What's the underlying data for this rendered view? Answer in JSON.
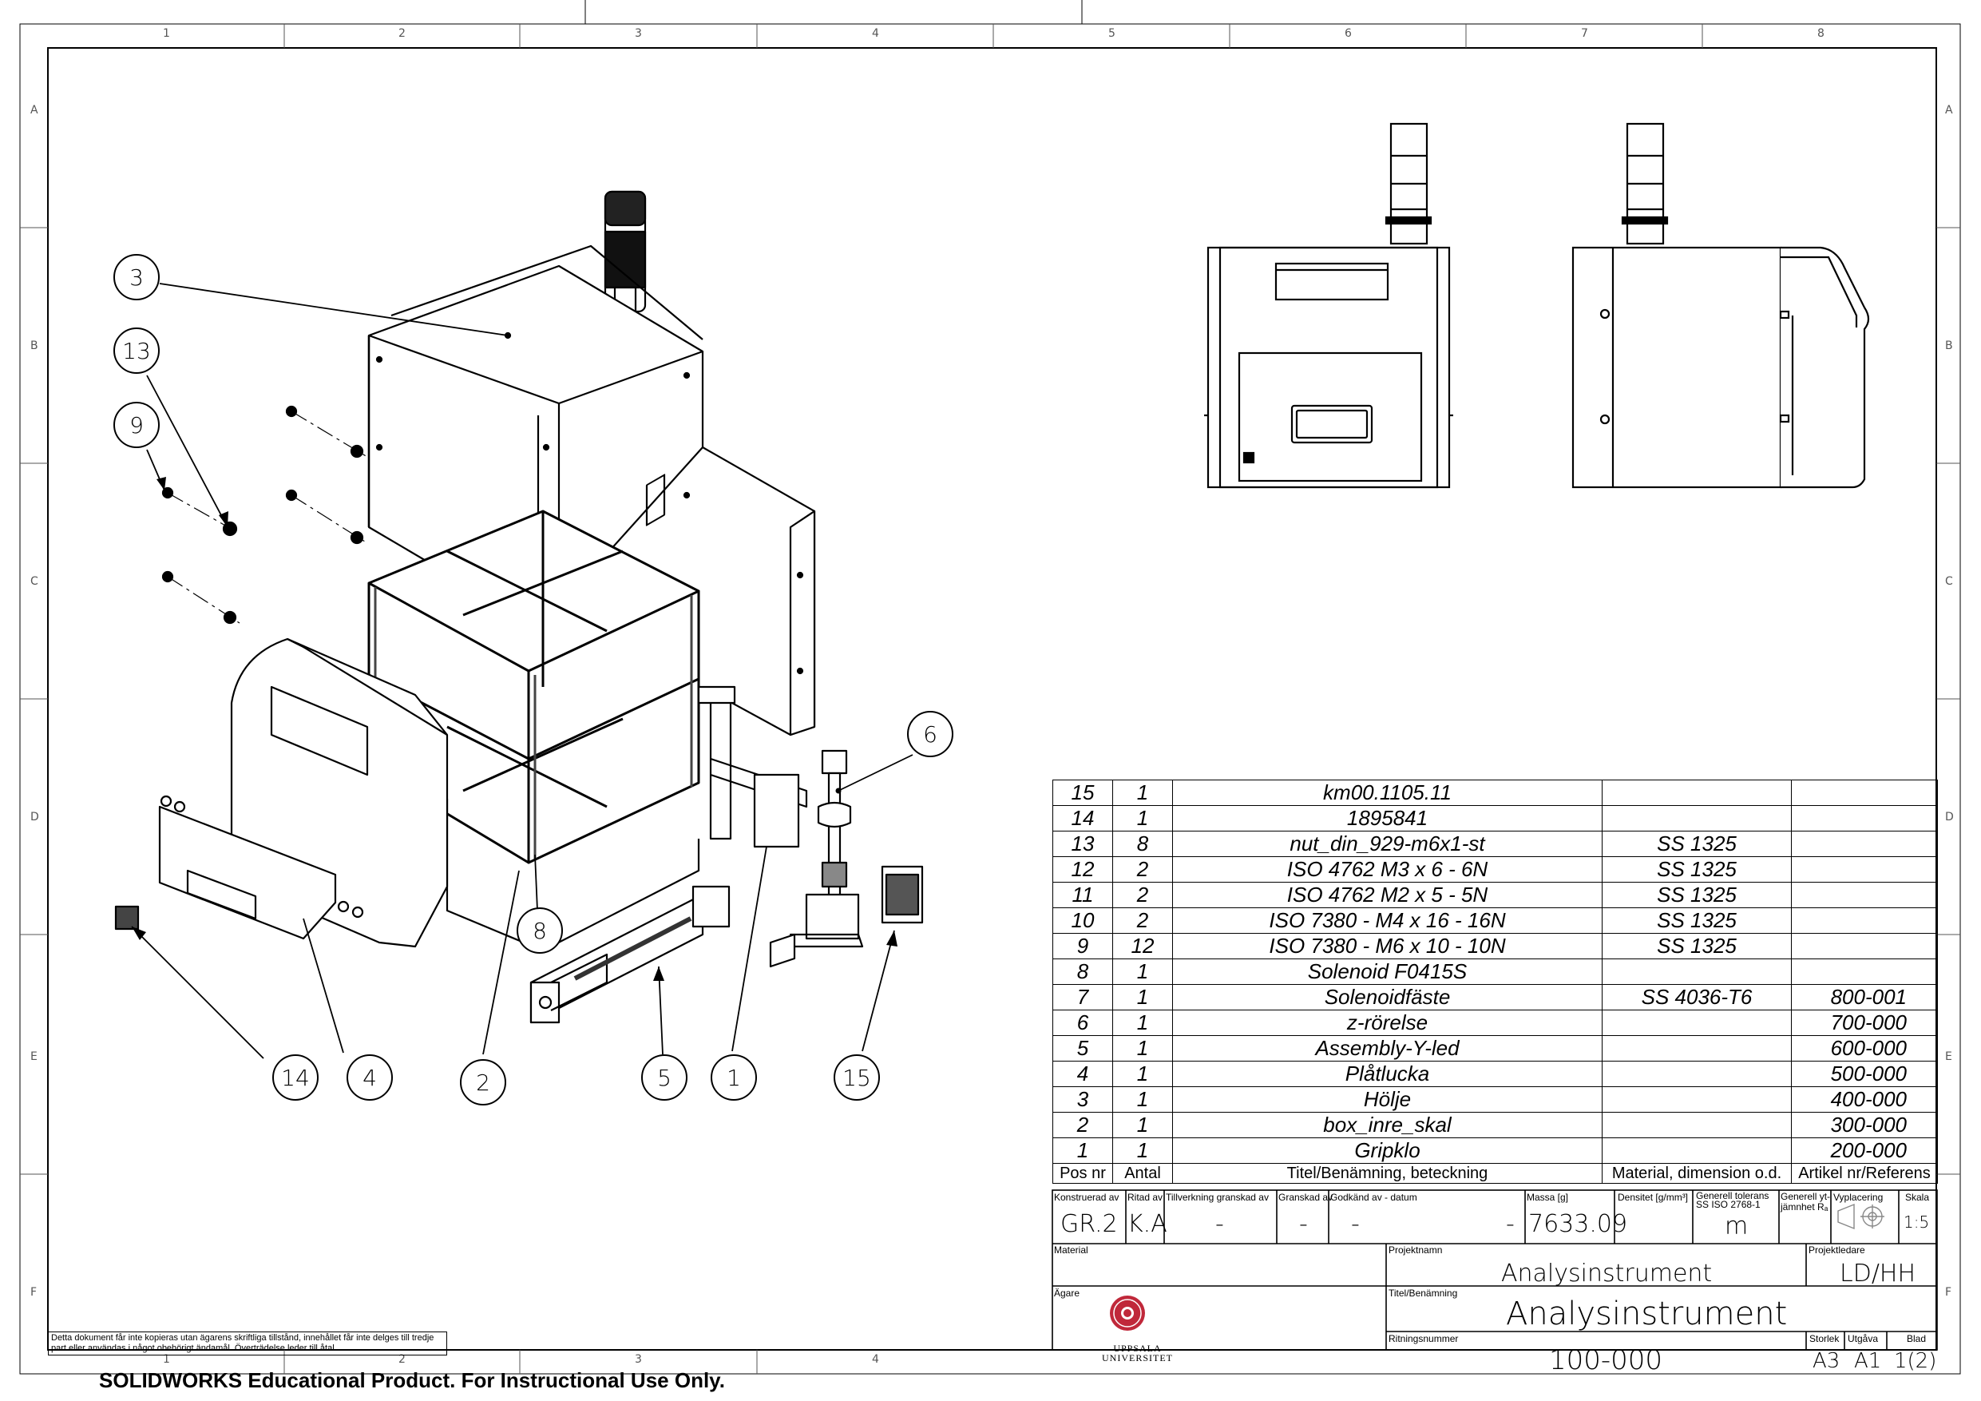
{
  "zones": {
    "columns": [
      "1",
      "2",
      "3",
      "4",
      "5",
      "6",
      "7",
      "8"
    ],
    "rows": [
      "A",
      "B",
      "C",
      "D",
      "E",
      "F"
    ]
  },
  "callouts": [
    "3",
    "13",
    "9",
    "6",
    "8",
    "14",
    "4",
    "2",
    "5",
    "1",
    "15"
  ],
  "bom": {
    "header": [
      "Pos nr",
      "Antal",
      "Titel/Benämning, beteckning",
      "Material, dimension o.d.",
      "Artikel nr/Referens"
    ],
    "rows": [
      [
        "15",
        "1",
        "km00.1105.11",
        "",
        ""
      ],
      [
        "14",
        "1",
        "1895841",
        "",
        ""
      ],
      [
        "13",
        "8",
        "nut_din_929-m6x1-st",
        "SS 1325",
        ""
      ],
      [
        "12",
        "2",
        "ISO 4762 M3 x 6 - 6N",
        "SS 1325",
        ""
      ],
      [
        "11",
        "2",
        "ISO 4762 M2 x 5 - 5N",
        "SS 1325",
        ""
      ],
      [
        "10",
        "2",
        "ISO 7380 - M4 x 16 - 16N",
        "SS 1325",
        ""
      ],
      [
        "9",
        "12",
        "ISO 7380 - M6 x 10 - 10N",
        "SS 1325",
        ""
      ],
      [
        "8",
        "1",
        "Solenoid F0415S",
        "",
        ""
      ],
      [
        "7",
        "1",
        "Solenoidfäste",
        "SS 4036-T6",
        "800-001"
      ],
      [
        "6",
        "1",
        "z-rörelse",
        "",
        "700-000"
      ],
      [
        "5",
        "1",
        "Assembly-Y-led",
        "",
        "600-000"
      ],
      [
        "4",
        "1",
        "Plåtlucka",
        "",
        "500-000"
      ],
      [
        "3",
        "1",
        "Hölje",
        "",
        "400-000"
      ],
      [
        "2",
        "1",
        "box_inre_skal",
        "",
        "300-000"
      ],
      [
        "1",
        "1",
        "Gripklo",
        "",
        "200-000"
      ]
    ]
  },
  "titleblock": {
    "labels": {
      "konstruerad": "Konstruerad av",
      "ritad": "Ritad av",
      "tillverkning": "Tillverkning granskad av",
      "granskad": "Granskad av",
      "godkand": "Godkänd av - datum",
      "massa": "Massa [g]",
      "densitet": "Densitet [g/mm³]",
      "tolerans1": "Generell tolerans",
      "tolerans2": "SS ISO 2768-1",
      "ytjamnhet1": "Generell yt-",
      "ytjamnhet2": "jämnhet Rₐ",
      "vyplacering": "Vyplacering",
      "skala": "Skala",
      "material": "Material",
      "projektnamn": "Projektnamn",
      "projektledare": "Projektledare",
      "agare": "Ägare",
      "titel": "Titel/Benämning",
      "ritningsnummer": "Ritningsnummer",
      "storlek": "Storlek",
      "utgava": "Utgåva",
      "blad": "Blad"
    },
    "values": {
      "konstruerad": "GR.2",
      "ritad": "K.A",
      "tillverkning": "-",
      "granskad": "-",
      "godkand": "-",
      "godkand_datum": "-",
      "massa": "7633.09",
      "tolerans": "m",
      "skala": "1:5",
      "projektnamn": "Analysinstrument",
      "projektledare": "LD/HH",
      "titel": "Analysinstrument",
      "ritningsnummer": "100-000",
      "storlek": "A3",
      "utgava": "A1",
      "blad": "1(2)"
    },
    "owner": {
      "line1": "UPPSALA",
      "line2": "UNIVERSITET"
    }
  },
  "notice": "Detta dokument får inte kopieras utan ägarens skriftliga tillstånd, innehållet får inte delges till tredje part eller användas i något obehörigt ändamål. Överträdelse leder till åtal.",
  "watermark": "SOLIDWORKS Educational Product. For Instructional Use Only."
}
